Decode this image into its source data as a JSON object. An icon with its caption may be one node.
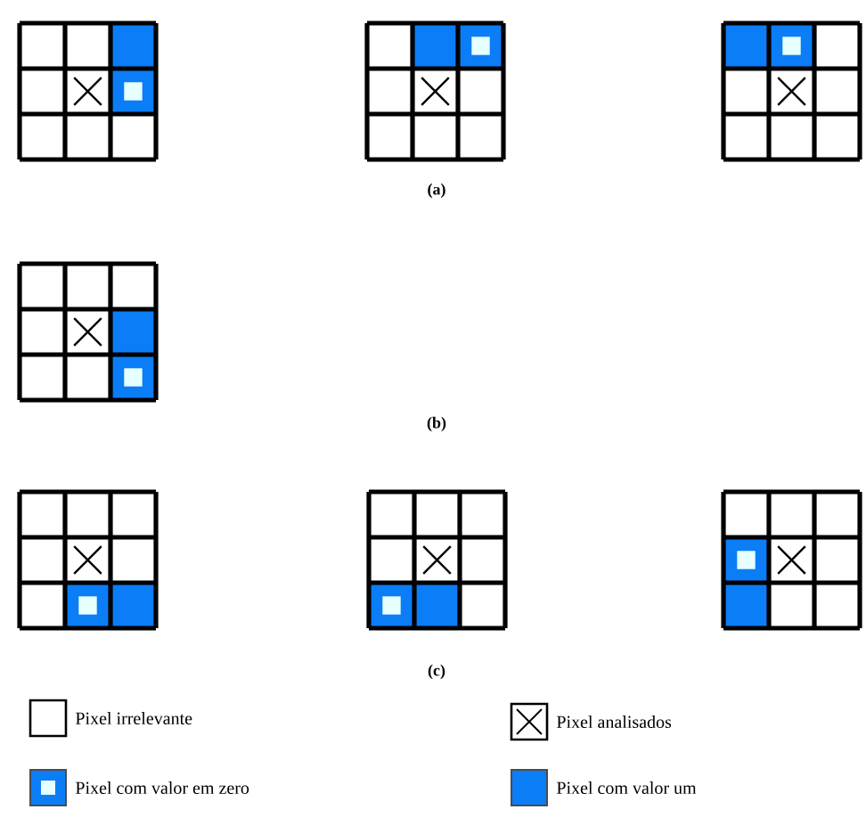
{
  "diagram": {
    "labels": [
      "(a)",
      "(b)",
      "(c)"
    ],
    "legend": [
      {
        "text": "Pixel irrelevante"
      },
      {
        "text": "Pixel analisados"
      },
      {
        "text": "Pixel com valor em zero"
      },
      {
        "text": "Pixel com valor um",
        "color": "#0b7df7"
      }
    ]
  }
}
